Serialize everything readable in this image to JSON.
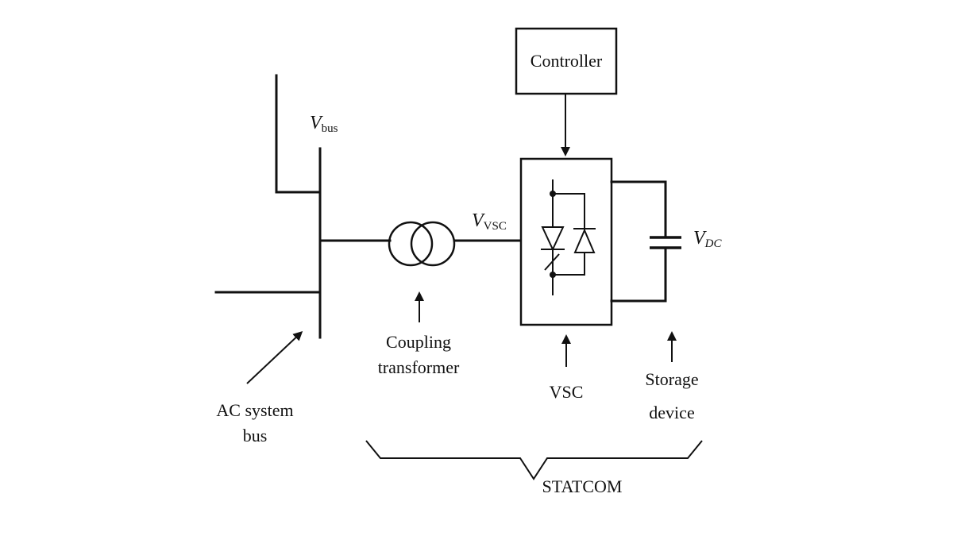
{
  "labels": {
    "controller": "Controller",
    "v_bus_main": "V",
    "v_bus_sub": "bus",
    "v_vsc_main": "V",
    "v_vsc_sub": "VSC",
    "v_dc_main": "V",
    "v_dc_sub": "DC",
    "coupling_line1": "Coupling",
    "coupling_line2": "transformer",
    "vsc": "VSC",
    "storage_line1": "Storage",
    "storage_line2": "device",
    "ac_line1": "AC system",
    "ac_line2": "bus",
    "statcom": "STATCOM"
  }
}
